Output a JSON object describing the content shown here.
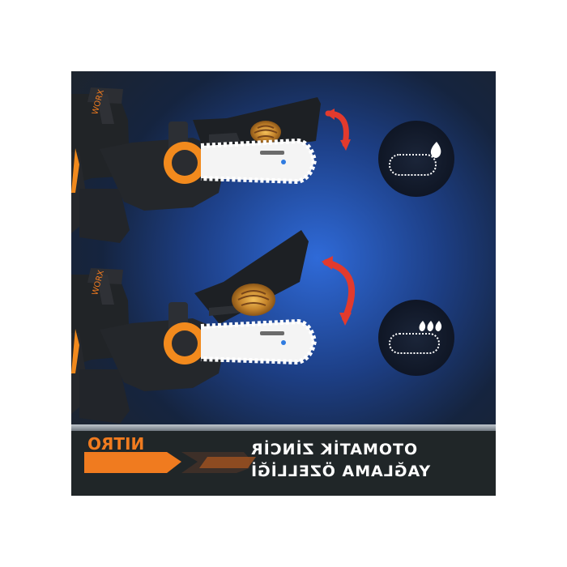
{
  "caption": {
    "line1": "OTOMATİK ZİNCİR",
    "line2": "YAĞLAMA ÖZELLİĞİ"
  },
  "brand": {
    "name": "NITRO",
    "accent": "#f07b1f"
  },
  "colors": {
    "background": "#1f2a44",
    "footer": "#202628",
    "arrow": "#e23a2d",
    "orange": "#f28a1d"
  },
  "icons": {
    "top": "chain-single-oil-drop-icon",
    "bottom": "chain-triple-oil-drop-icon"
  }
}
